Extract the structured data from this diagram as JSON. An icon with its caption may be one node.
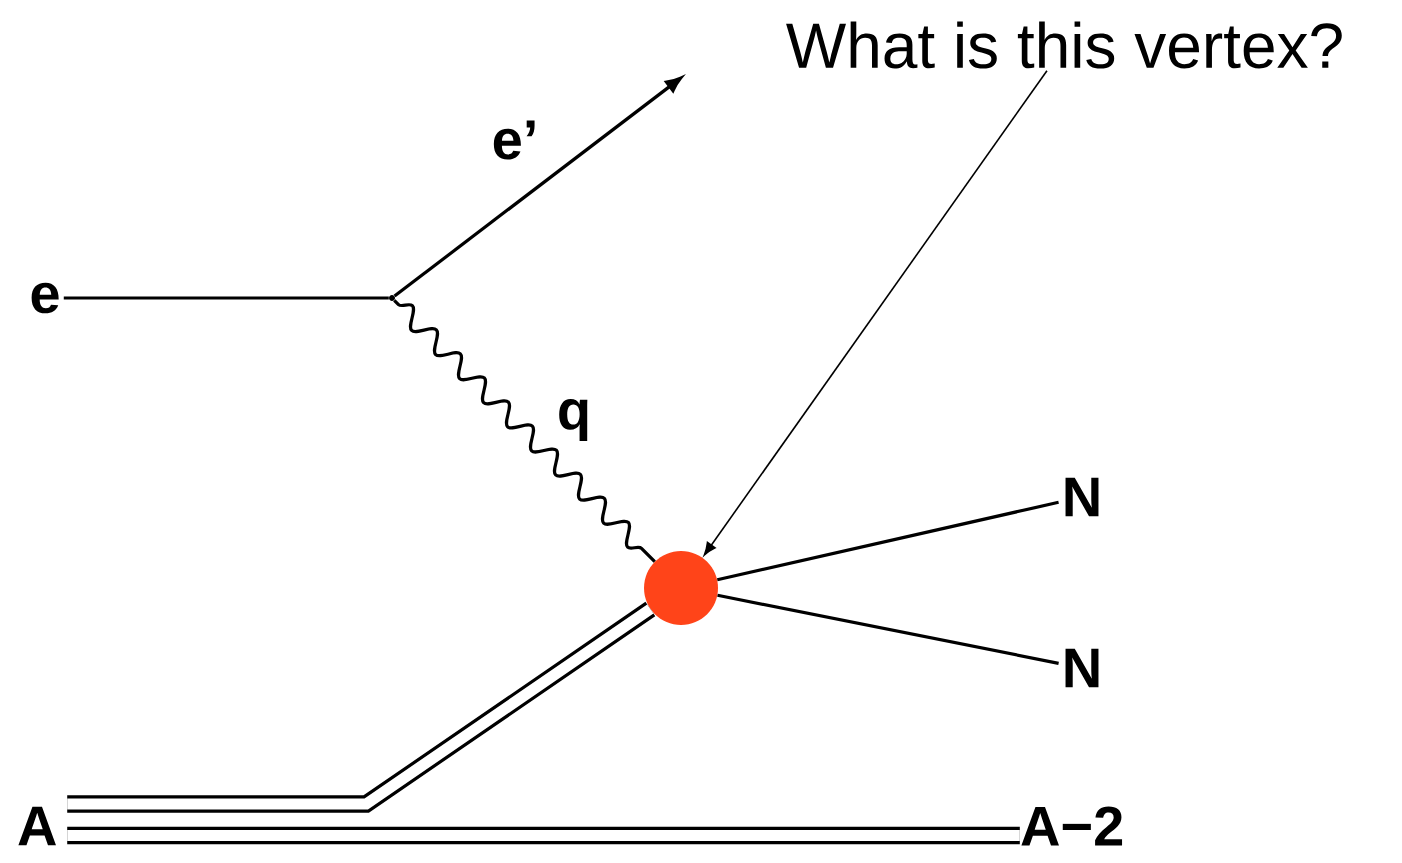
{
  "diagram": {
    "nodes": [
      {
        "text": [
          "What is this vertex?"
        ]
      },
      {
        "text": [
          "e"
        ]
      },
      {
        "text": [],
        "shape": "vertex"
      },
      {
        "text": [],
        "shape": "circle"
      },
      {
        "text": [
          "N"
        ]
      },
      {
        "text": [
          "N"
        ]
      },
      {
        "text": [
          "A"
        ]
      },
      {
        "text": [
          "A−2"
        ]
      }
    ],
    "edges": [
      {
        "from": 1,
        "to": 2,
        "arrow": "none"
      },
      {
        "from": 2,
        "to": null,
        "arrow": "to",
        "label": "e’"
      },
      {
        "from": 2,
        "to": 3,
        "arrow": "none",
        "label": "q"
      },
      {
        "from": 0,
        "to": 3,
        "arrow": "to"
      },
      {
        "from": 3,
        "to": 4,
        "arrow": "none"
      },
      {
        "from": 3,
        "to": 5,
        "arrow": "none"
      },
      {
        "from": 6,
        "to": 3,
        "arrow": "none",
        "style": "thick"
      },
      {
        "from": 6,
        "to": 7,
        "arrow": "none",
        "style": "thick"
      }
    ]
  }
}
